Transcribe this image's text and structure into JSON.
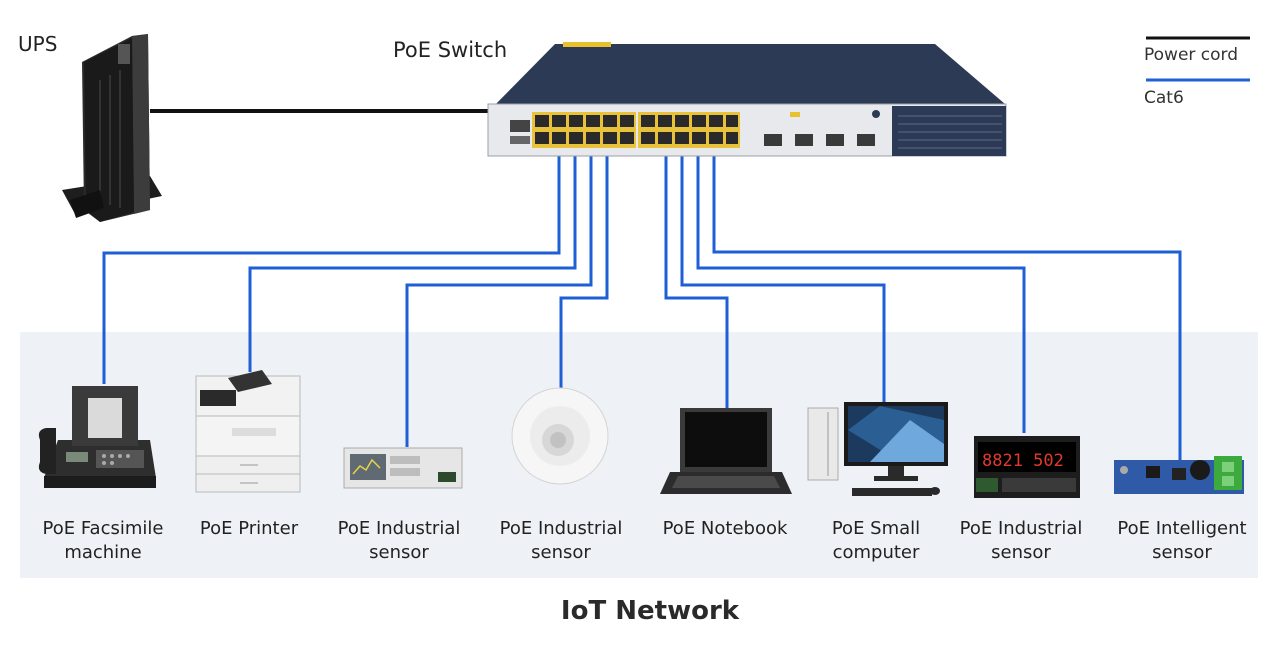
{
  "labels": {
    "ups": "UPS",
    "switch": "PoE Switch",
    "footer": "IoT Network"
  },
  "legend": [
    {
      "label": "Power cord",
      "color": "#111111"
    },
    {
      "label": "Cat6",
      "color": "#1f5fd6"
    }
  ],
  "devices": [
    {
      "id": "facsimile",
      "line1": "PoE Facsimile",
      "line2": "machine",
      "icon": "fax-icon"
    },
    {
      "id": "printer",
      "line1": "PoE Printer",
      "line2": "",
      "icon": "printer-icon"
    },
    {
      "id": "industrial-sensor-1",
      "line1": "PoE Industrial",
      "line2": "sensor",
      "icon": "industrial-meter-icon"
    },
    {
      "id": "industrial-sensor-2",
      "line1": "PoE Industrial",
      "line2": "sensor",
      "icon": "ceiling-sensor-icon"
    },
    {
      "id": "notebook",
      "line1": "PoE Notebook",
      "line2": "",
      "icon": "laptop-icon"
    },
    {
      "id": "small-computer",
      "line1": "PoE Small",
      "line2": "computer",
      "icon": "desktop-computer-icon"
    },
    {
      "id": "industrial-sensor-3",
      "line1": "PoE Industrial",
      "line2": "sensor",
      "icon": "temperature-controller-icon"
    },
    {
      "id": "intelligent-sensor",
      "line1": "PoE Intelligent",
      "line2": "sensor",
      "icon": "circuit-board-icon"
    }
  ],
  "controller_display": "8821 502",
  "colors": {
    "cat6": "#1f5fd6",
    "power": "#111111",
    "panel_bg": "#eef2f6",
    "switch_body": "#2c3a55"
  }
}
